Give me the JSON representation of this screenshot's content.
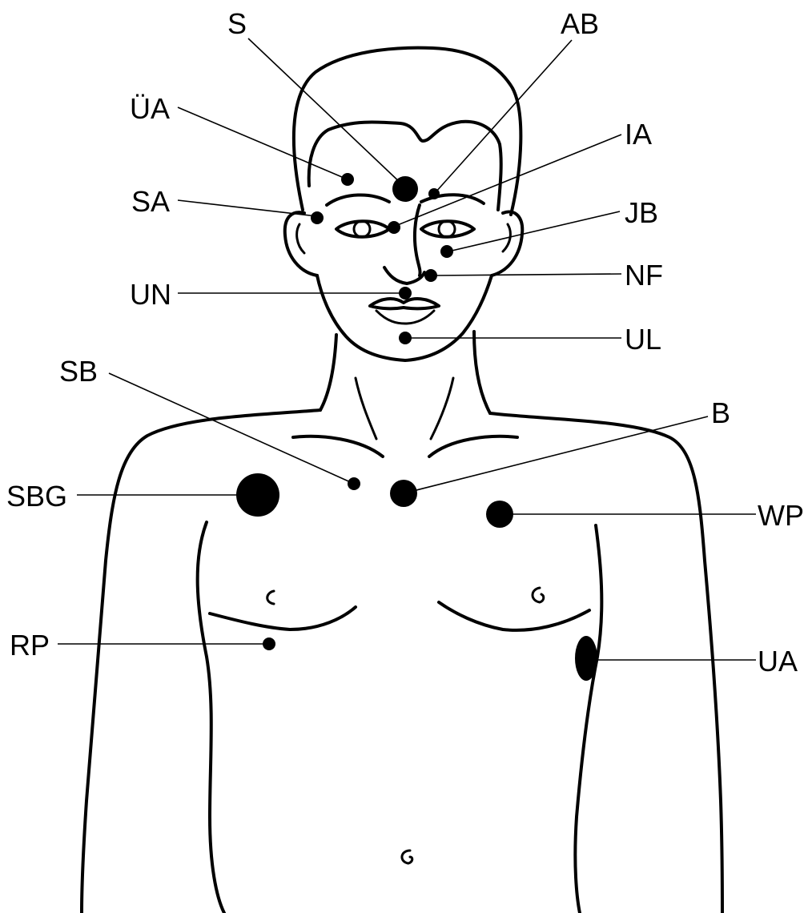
{
  "diagram": {
    "colors": {
      "line": "#000000",
      "background": "#ffffff"
    },
    "points": [
      {
        "id": "s",
        "label": "S"
      },
      {
        "id": "ab",
        "label": "AB"
      },
      {
        "id": "ua1",
        "label": "ÜA"
      },
      {
        "id": "ia",
        "label": "IA"
      },
      {
        "id": "sa",
        "label": "SA"
      },
      {
        "id": "jb",
        "label": "JB"
      },
      {
        "id": "nf",
        "label": "NF"
      },
      {
        "id": "un",
        "label": "UN"
      },
      {
        "id": "ul",
        "label": "UL"
      },
      {
        "id": "sb",
        "label": "SB"
      },
      {
        "id": "b",
        "label": "B"
      },
      {
        "id": "sbg",
        "label": "SBG"
      },
      {
        "id": "wp",
        "label": "WP"
      },
      {
        "id": "rp",
        "label": "RP"
      },
      {
        "id": "ua2",
        "label": "UA"
      }
    ]
  }
}
